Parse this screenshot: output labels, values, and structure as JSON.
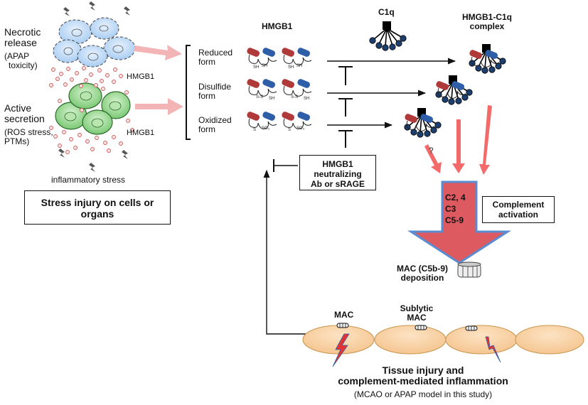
{
  "labels": {
    "necrotic_release": [
      "Necrotic",
      "release"
    ],
    "apap_toxicity": [
      "(APAP",
      "toxicity)"
    ],
    "hmgb1_small_1": "HMGB1",
    "active_secretion": [
      "Active",
      "secretion"
    ],
    "ros_stress": [
      "(ROS stress,",
      "PTMs)"
    ],
    "hmgb1_small_2": "HMGB1",
    "inflammatory_stress": "inflammatory stress",
    "stress_injury": [
      "Stress injury on cells or",
      "organs"
    ],
    "hmgb1_header": "HMGB1",
    "reduced_form": [
      "Reduced",
      "form"
    ],
    "disulfide_form": [
      "Disulfide",
      "form"
    ],
    "oxidized_form": [
      "Oxidized",
      "form"
    ],
    "c1q": "C1q",
    "complex": [
      "HMGB1-C1q",
      "complex"
    ],
    "neutralizing": [
      "HMGB1",
      "neutralizing",
      "Ab or sRAGE"
    ],
    "question_mark": "?",
    "complement_components": [
      "C2, 4",
      "C3",
      "C5-9"
    ],
    "complement_activation": [
      "Complement",
      "activation"
    ],
    "mac_deposition": [
      "MAC (C5b-9)",
      "deposition"
    ],
    "mac": "MAC",
    "sublytic_mac": [
      "Sublytic",
      "MAC"
    ],
    "tissue_injury": [
      "Tissue injury and",
      "complement-mediated inflammation"
    ],
    "model_note": "(MCAO or APAP model in this study)"
  },
  "colors": {
    "necrotic_cell": "#bcd7f5",
    "secreting_cell": "#9fdc9a",
    "pink_arrow": "#f3b4b6",
    "red_arrow": "#f26a6a",
    "complement_arrow": "#dd5a60",
    "complement_arrow_border": "#5b8bd0",
    "tissue_cell": "#f9cd9b",
    "c1q_node": "#1d3f70",
    "hmgb1_red": "#b03a3a",
    "hmgb1_blue": "#2f5ea8"
  },
  "icons": [
    "lightning-icon",
    "hmgb1-molecule-icon",
    "c1q-icon",
    "mac-pore-icon",
    "inhibition-icon"
  ]
}
